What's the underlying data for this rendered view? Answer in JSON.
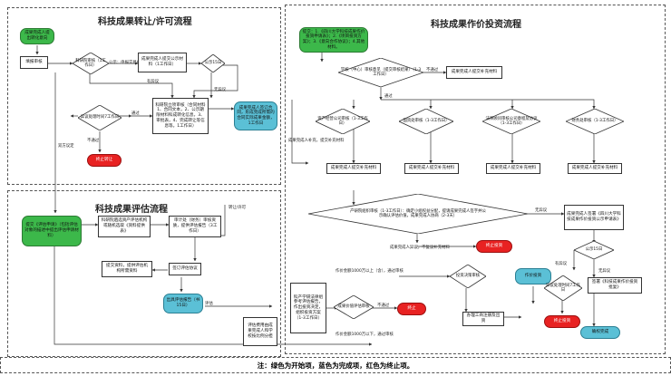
{
  "panels": {
    "transfer_title": "科技成果转让/许可流程",
    "evaluation_title": "科技成果评估流程",
    "investment_title": "科技成果作价投资流程"
  },
  "transfer": {
    "start": "成果完成人提出转化意向",
    "fill_form": "填报审核",
    "dept_review": "科研院审核（1工作日）",
    "reported_price": "公示：申报交易价格",
    "price_result": "成果完成人提交公示材料（1工作日）",
    "publicity": "公示15日",
    "objection": "异议处理时间7工作日",
    "objection_q": "有异议",
    "no_objection": "无异议",
    "contract_review": "科研院立项审核（合同材料1、合同文本，2、公示期限材料科成转化信息，3、审批表，4、完成转让等信息等。1工作日）",
    "finish": "成果完成人签订合同，形成完成所需的合同实际成果金额，1工作日",
    "not_pass": "不通过",
    "stop": "终止转让",
    "agreed": "双方议定",
    "pass": "通过"
  },
  "evaluation": {
    "start": "提交《评估申请》（包括评估对象的描述中提出评估申请材料）",
    "select_agency": "科研院遴选资产评估机构或随机选取《资料提供表》",
    "agency_check": "审计处（财务）审核资质，提供评估报告（3工作日）",
    "submit_materials": "提交资料，提供评估机构所需资料",
    "sign_contract": "签订评估协议",
    "report": "出具评估报告（书15日）",
    "materials_note": "评估费用由成果完成人和学校按比例分担",
    "transfer_label": "转让/许可"
  },
  "investment": {
    "start": "提交：1.《四川大学科技成果作价投资申请表》；2.《项目投资方案》；3.《意向合作协议》；4.其他材料。",
    "fund_review": "学校（中心）审核意见（提交审核结果）（1-3工作日）",
    "fund_reject": "成果完成人提交补充材料",
    "dept_a": "资产经营公司审核（1-3工作日）",
    "dept_b": "国资处审核（1-3工作日）",
    "dept_c": "法律顾问审核公司章程及协议（1-3工作日）",
    "dept_d": "财务处审核（1-3工作日）",
    "supp_a": "成果完成人提交补充材料",
    "supp_b": "成果完成人提交补充材料",
    "supp_c": "成果完成人提交补充材料",
    "supp_d": "成果完成人提交补充材料",
    "big_review": "产研院组织审核（1-3工作日）：确定小组权益分配，提请成果完成人签字并公示确认评估价值，成果完成人协商（2-3天）",
    "publicity_notice": "成果完成人签署《四川大学科技成果作价投资公示申请表》",
    "publicity": "公示15日",
    "objection": "异议处理时间7工作日",
    "has_objection": "有异议",
    "no_objection": "无异议",
    "approve": "签署《科技成果作价投资批复》",
    "finish": "确权完成",
    "stop": "终止投资",
    "stop2": "终止",
    "tender_q": "投资决策审核",
    "value_q": "成果价值评估审核",
    "investor": "科产学研法律组参考评估报告，作出投资决定，组织投资方案（1-3工作日）",
    "filing": "办理工商注册及出资",
    "invest_label": "作价投资",
    "amount_gt": "作价金额1000万以上（含），通过审核",
    "amount_lt": "作价金额1000万以下，通过审核",
    "supplement_label": "成果完成人补充，提交补充材料",
    "objection_path": "成果完成人异议，不复议补充材料",
    "review_label": "评估",
    "not_pass": "不通过",
    "pass": "通过"
  },
  "footer": {
    "note": "注：绿色为开始项，蓝色为完成项，红色为终止项。"
  }
}
